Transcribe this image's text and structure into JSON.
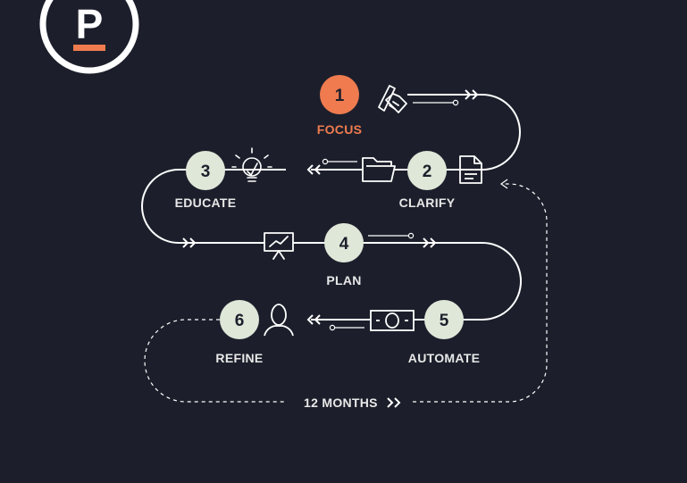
{
  "logo": {
    "letter": "P"
  },
  "colors": {
    "background": "#1c1f2b",
    "accent": "#ef7b4f",
    "step_circle": "#dfe7d9",
    "line": "#ffffff",
    "label": "#e8e8e8",
    "number": "#1c1f2b"
  },
  "steps": [
    {
      "number": "1",
      "label": "FOCUS",
      "icon": "handshake-icon",
      "highlighted": true
    },
    {
      "number": "2",
      "label": "CLARIFY",
      "icon": "document-icon",
      "highlighted": false
    },
    {
      "number": "3",
      "label": "EDUCATE",
      "icon": "lightbulb-icon",
      "highlighted": false
    },
    {
      "number": "4",
      "label": "PLAN",
      "icon": "presentation-board-icon",
      "highlighted": false
    },
    {
      "number": "5",
      "label": "AUTOMATE",
      "icon": "money-bill-icon",
      "highlighted": false
    },
    {
      "number": "6",
      "label": "REFINE",
      "icon": "person-icon",
      "highlighted": false
    }
  ],
  "extra_icons": [
    "folder-icon"
  ],
  "cycle": {
    "label": "12 MONTHS"
  }
}
